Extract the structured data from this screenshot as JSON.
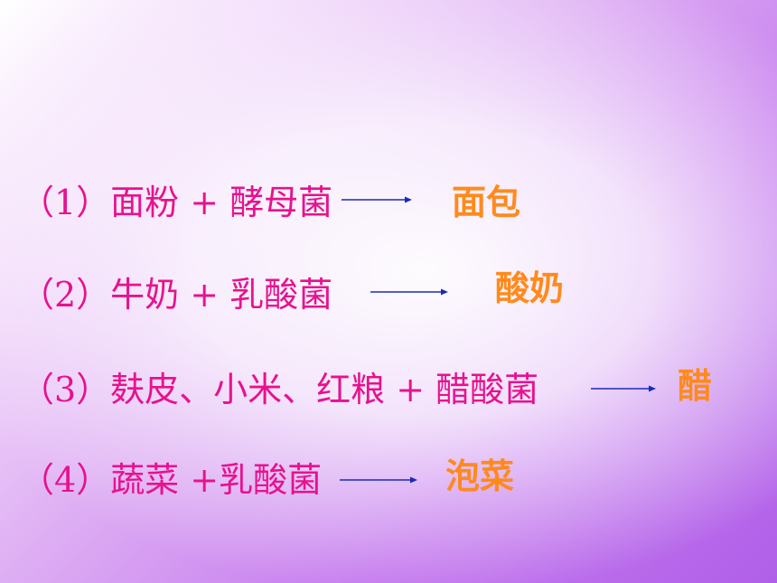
{
  "items": [
    {
      "text": "（1）面粉 + 酵母菌",
      "product": "面包"
    },
    {
      "text": "（2）牛奶 + 乳酸菌",
      "product": "酸奶"
    },
    {
      "text": "（3）麸皮、小米、红粮 + 醋酸菌",
      "product": "醋"
    },
    {
      "text": "（4）蔬菜 +乳酸菌",
      "product": "泡菜"
    }
  ],
  "colors": {
    "text": "#e8118f",
    "product": "#ff8a1c",
    "arrow": "#1a2bb8"
  }
}
